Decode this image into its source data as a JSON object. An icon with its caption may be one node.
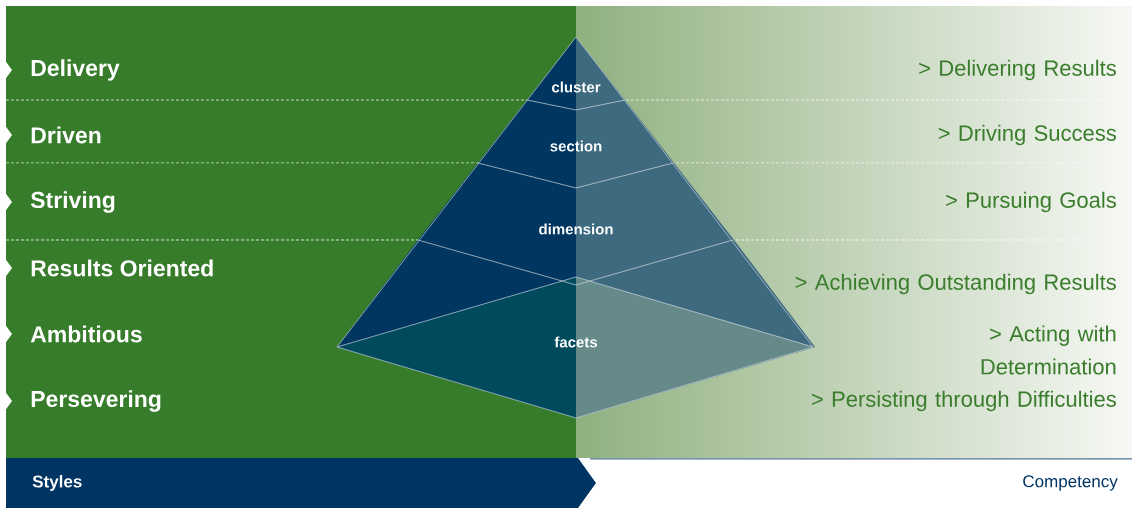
{
  "diagram": {
    "nodes": [
      {
        "text": [
          "cluster"
        ]
      },
      {
        "text": [
          "section"
        ]
      },
      {
        "text": [
          "dimension"
        ]
      },
      {
        "text": [
          "facets"
        ]
      },
      {
        "text": [
          "Styles"
        ]
      }
    ],
    "labels": [
      "Delivery",
      "> Delivering Results",
      "Driven",
      "> Driving Success",
      "Striving",
      "> Pursuing Goals",
      "Results Oriented",
      "> Achieving Outstanding Results",
      "Ambitious",
      "> Acting with Determination",
      "Persevering",
      "> Persisting through Difficulties",
      "Competency"
    ]
  }
}
